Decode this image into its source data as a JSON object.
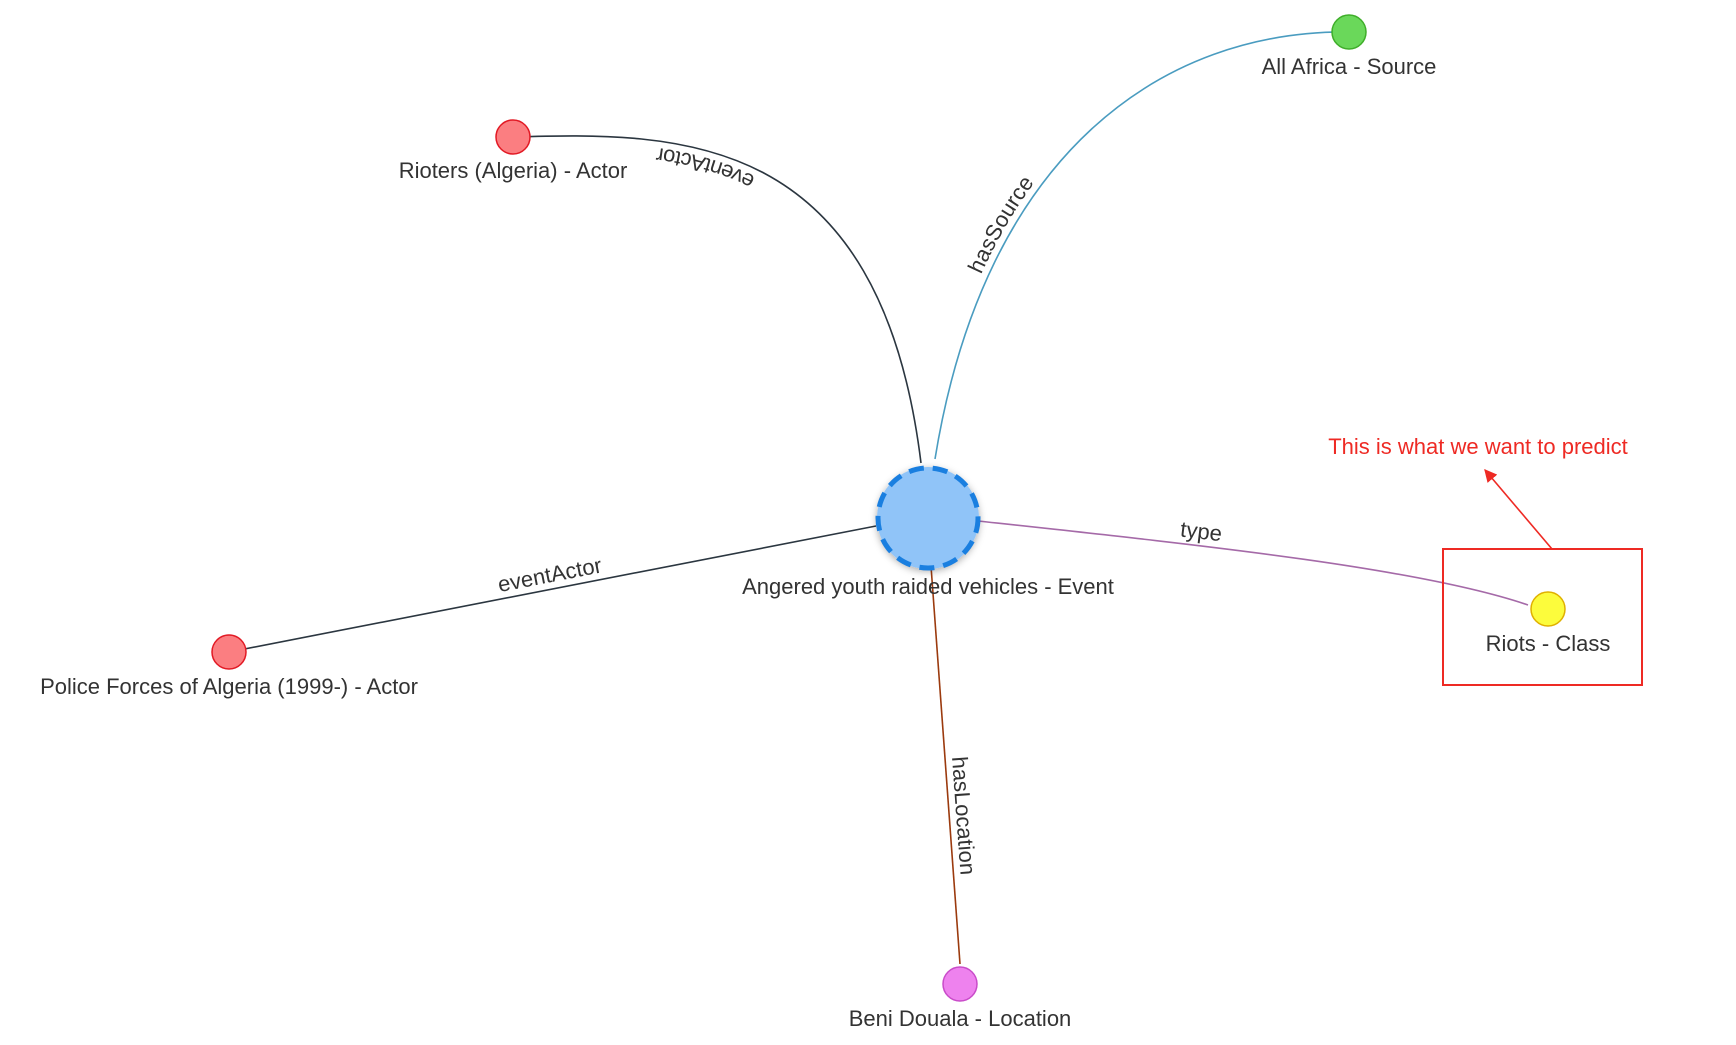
{
  "graph": {
    "nodes": {
      "event": {
        "label": "Angered youth raided vehicles  - Event",
        "fill": "#90C4F8",
        "stroke": "#1A7FE0"
      },
      "rioters": {
        "label": "Rioters (Algeria) - Actor",
        "fill": "#FB7E81",
        "stroke": "#E21A25"
      },
      "police": {
        "label": "Police Forces of Algeria (1999-) - Actor",
        "fill": "#FB7E81",
        "stroke": "#E21A25"
      },
      "source": {
        "label": "All Africa - Source",
        "fill": "#6AD85A",
        "stroke": "#3FAE2A"
      },
      "location": {
        "label": "Beni Douala - Location",
        "fill": "#EE82EE",
        "stroke": "#C94CC9"
      },
      "class": {
        "label": "Riots - Class",
        "fill": "#FCFC3C",
        "stroke": "#E0B000"
      }
    },
    "edges": {
      "rioters": {
        "label": "eventActor",
        "color": "#2B3640"
      },
      "police": {
        "label": "eventActor",
        "color": "#2B3640"
      },
      "source": {
        "label": "hasSource",
        "color": "#4A9CC0"
      },
      "location": {
        "label": "hasLocation",
        "color": "#9B3A0E"
      },
      "class": {
        "label": "type",
        "color": "#A56AA8"
      }
    }
  },
  "annotation": {
    "text": "This is what we want to predict",
    "color": "#EE2A24"
  }
}
